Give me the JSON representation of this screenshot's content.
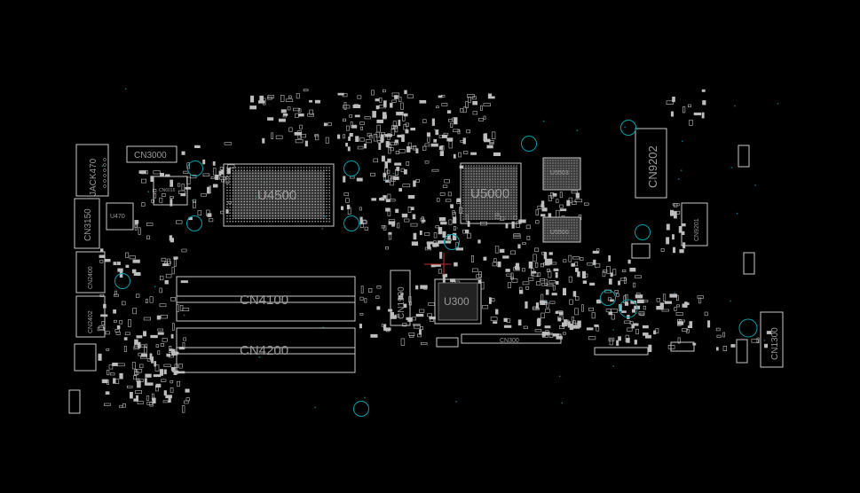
{
  "colors": {
    "background": "#000000",
    "outline": "#c8c8c8",
    "pin": "#9a9a9a",
    "mounting_hole": "#00a0b0",
    "label": "#9a9a9a",
    "marker": "#c03030"
  },
  "components": {
    "jack470": "JACK470",
    "cn3000": "CN3000",
    "cn6015": "CN6015",
    "cn3150": "CN3150",
    "u470": "U470",
    "cn2400": "CN2400",
    "cn2402": "CN2402",
    "u4500": "U4500",
    "u5000": "U5000",
    "u5503": "U5503",
    "u5500": "U5500",
    "cn9202": "CN9202",
    "cn9201": "CN9201",
    "cn4100": "CN4100",
    "cn4200": "CN4200",
    "cn1900": "CN1900",
    "u300": "U300",
    "cn300": "CN300",
    "cn1300": "CN1300"
  }
}
